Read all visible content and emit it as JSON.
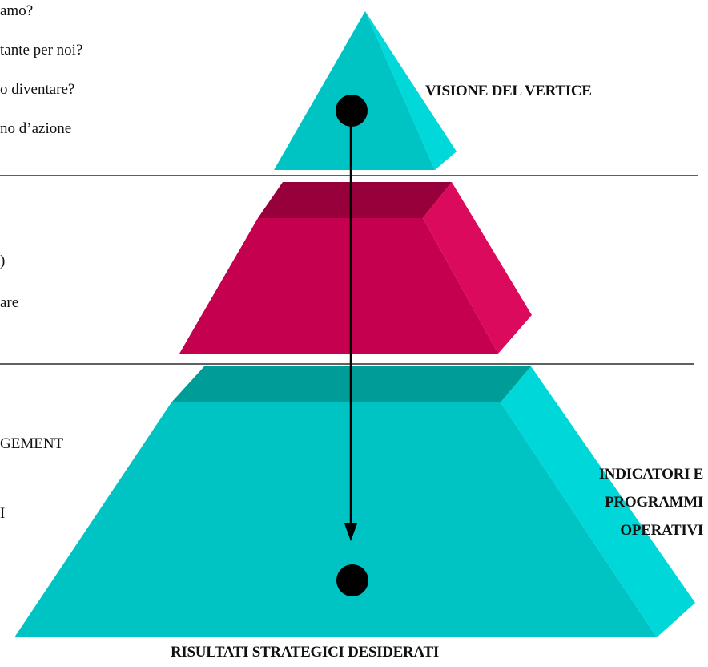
{
  "left_cut_text": {
    "top": [
      "amo?",
      "tante per noi?",
      "o diventare?",
      "no d’azione"
    ],
    "middle": [
      ")",
      "are"
    ],
    "bottom": [
      "GEMENT",
      "I"
    ]
  },
  "labels": {
    "apex": "VISIONE DEL VERTICE",
    "base_right": [
      "INDICATORI E",
      "PROGRAMMI",
      "OPERATIVI"
    ],
    "bottom": "RISULTATI STRATEGICI DESIDERATI"
  },
  "colors": {
    "teal_front": "#00c4c4",
    "teal_side": "#00d7d9",
    "teal_top": "#009c98",
    "crimson_front": "#c5004f",
    "crimson_side": "#dc0a5c",
    "crimson_top": "#98003c",
    "line": "#000000"
  }
}
